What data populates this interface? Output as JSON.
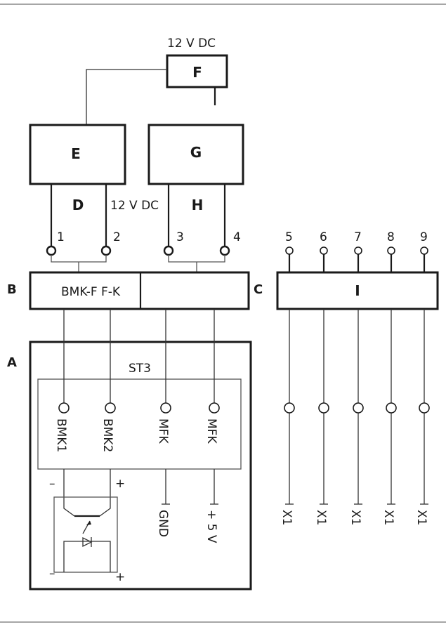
{
  "supply_label": "12 V DC",
  "supply_label_mid": "12 V DC",
  "blocks": {
    "A": "A",
    "B": "B",
    "C": "C",
    "D": "D",
    "E": "E",
    "F": "F",
    "G": "G",
    "H": "H",
    "I": "I"
  },
  "module_label": "BMK-F F-K",
  "connector_label": "ST3",
  "terminals": [
    "1",
    "2",
    "3",
    "4",
    "5",
    "6",
    "7",
    "8",
    "9"
  ],
  "pins": [
    "BMK1",
    "BMK2",
    "MFK",
    "MFK"
  ],
  "outputs": [
    "GND",
    "+ 5 V"
  ],
  "x1_labels": [
    "X1",
    "X1",
    "X1",
    "X1",
    "X1"
  ],
  "polarity": {
    "minus": "–",
    "plus": "+"
  }
}
